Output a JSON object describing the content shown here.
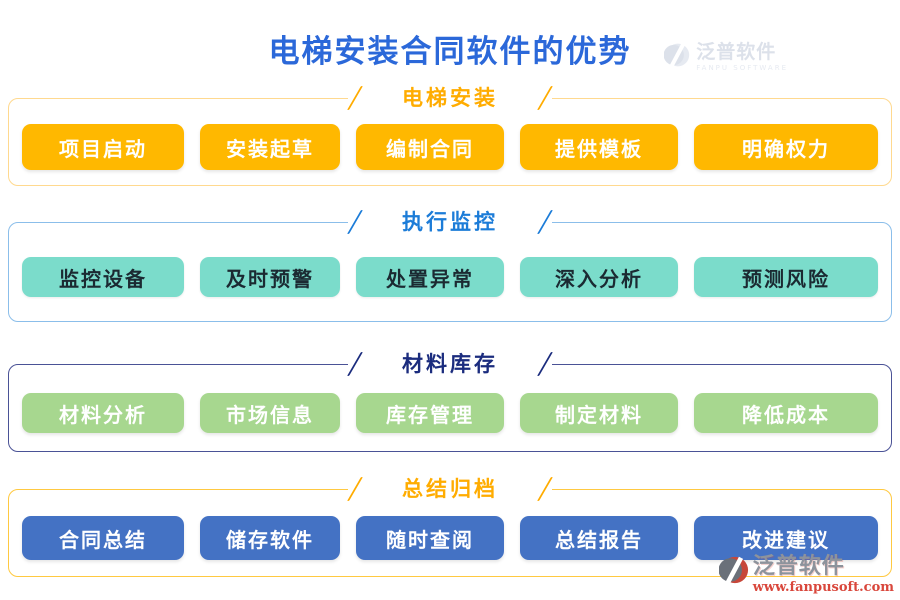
{
  "page": {
    "title": "电梯安装合同软件的优势"
  },
  "brand": {
    "name": "泛普软件",
    "tagline": "FANPU SOFTWARE",
    "website": "www.fanpusoft.com",
    "icon_gray": "#6A7079",
    "icon_red": "#C7473A",
    "watermark_color": "#D9DEE8",
    "site_color": "#D9473C"
  },
  "sections": [
    {
      "id": "elevator-install",
      "title": "电梯安装",
      "theme": {
        "border": "#FFD98F",
        "header": "#FFAC00",
        "button_bg": "#FFB800",
        "button_text": "#FFFFFF"
      },
      "items": [
        "项目启动",
        "安装起草",
        "编制合同",
        "提供模板",
        "明确权力"
      ]
    },
    {
      "id": "execution-monitor",
      "title": "执行监控",
      "theme": {
        "border": "#8BBEEA",
        "header": "#1C7CD8",
        "button_bg": "#7BDCCB",
        "button_text": "#1B2A32"
      },
      "items": [
        "监控设备",
        "及时预警",
        "处置异常",
        "深入分析",
        "预测风险"
      ]
    },
    {
      "id": "material-inventory",
      "title": "材料库存",
      "theme": {
        "border": "#4A5296",
        "header": "#1B2C7E",
        "button_bg": "#A7D78F",
        "button_text": "#FFFFFF"
      },
      "items": [
        "材料分析",
        "市场信息",
        "库存管理",
        "制定材料",
        "降低成本"
      ]
    },
    {
      "id": "summary-archive",
      "title": "总结归档",
      "theme": {
        "border": "#FFC941",
        "header": "#FFAC00",
        "button_bg": "#4472C4",
        "button_text": "#FFFFFF"
      },
      "items": [
        "合同总结",
        "储存软件",
        "随时查阅",
        "总结报告",
        "改进建议"
      ]
    }
  ]
}
